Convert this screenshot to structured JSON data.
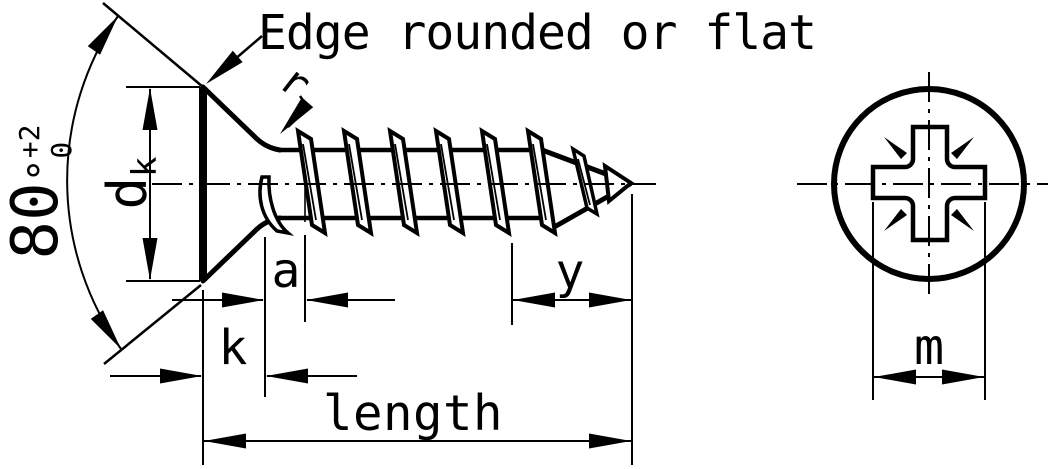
{
  "drawing": {
    "kind": "countersunk Pozidriv tapping screw dimension drawing",
    "edge_note": "Edge rounded or flat",
    "angle": {
      "value": "80",
      "degree": "°",
      "tol_upper": "+2",
      "tol_lower": "0"
    },
    "head_diameter": {
      "main": "d",
      "sub": "k"
    },
    "fillet_radius": "r",
    "dim_a": "a",
    "dim_k": "k",
    "dim_y": "y",
    "dim_length": "length",
    "dim_m": "m",
    "colors": {
      "line": "#000000",
      "background": "#ffffff"
    }
  }
}
